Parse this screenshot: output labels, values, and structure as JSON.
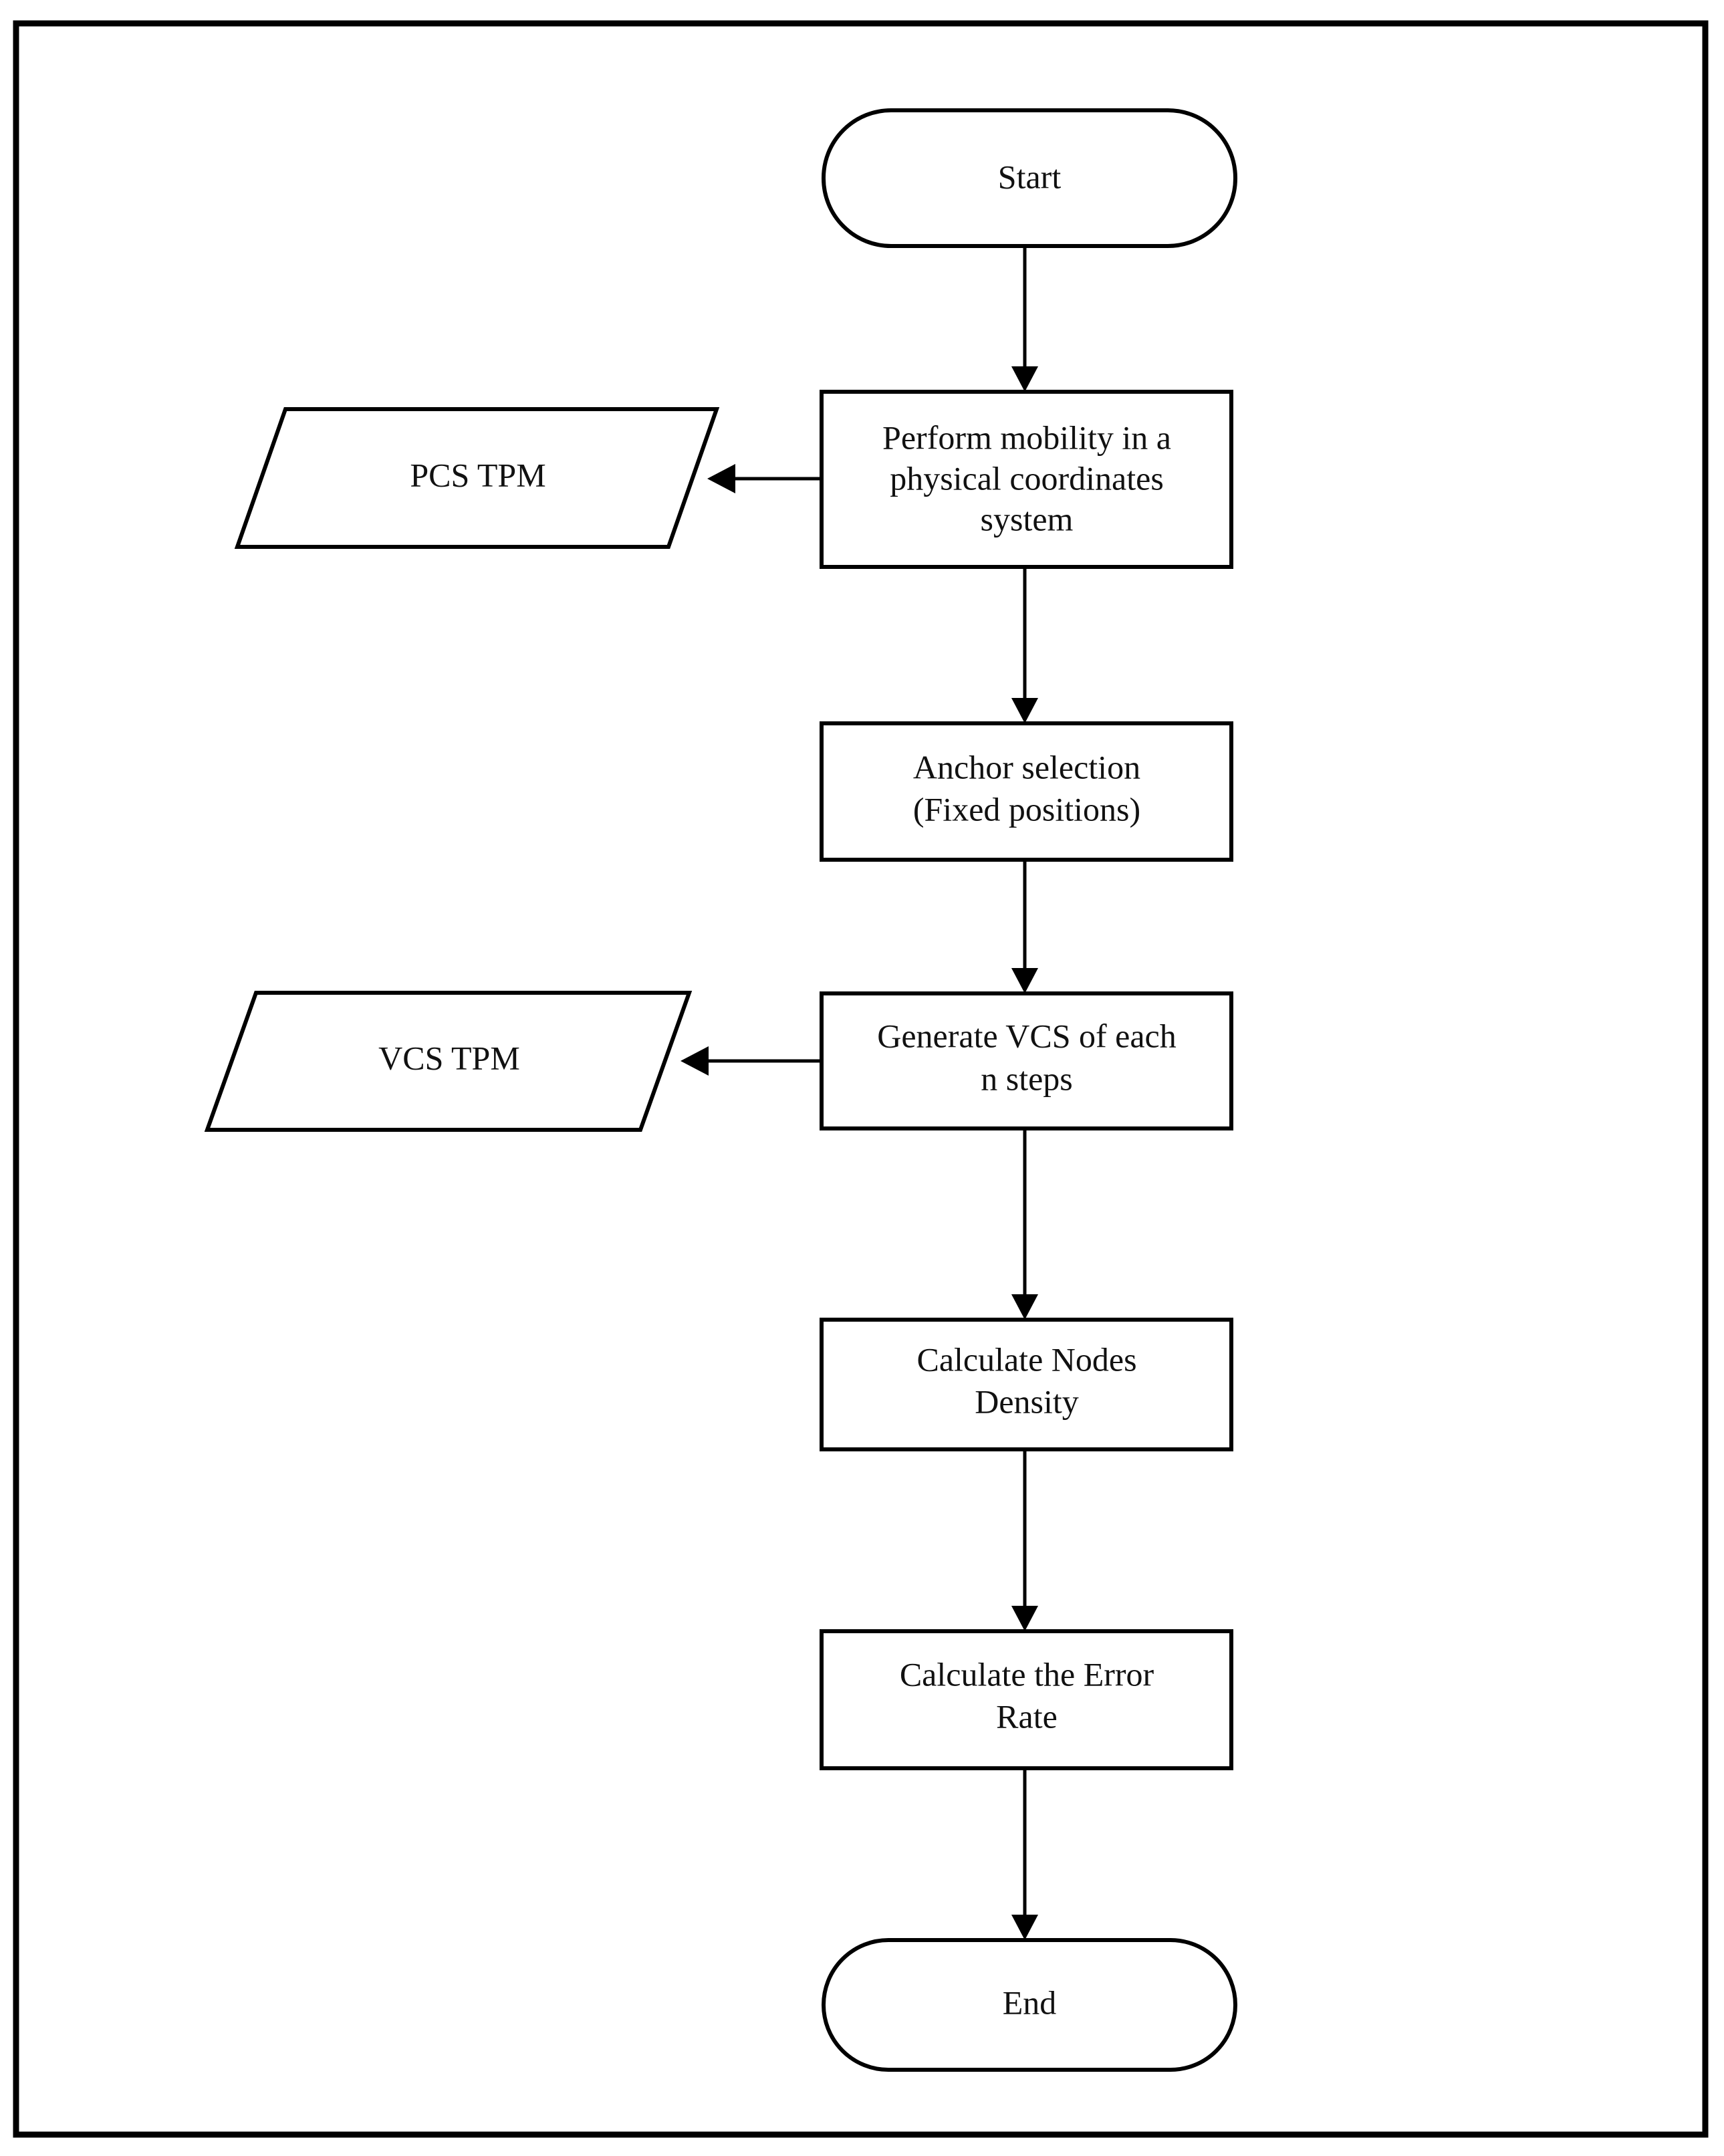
{
  "figure": {
    "type": "flowchart",
    "title": "",
    "orientation": "top-to-bottom",
    "frame": {
      "border_color": "#000000",
      "background": "#ffffff"
    },
    "stroke_color": "#000000",
    "fill_color": "#ffffff"
  },
  "nodes": {
    "start": {
      "label": "Start",
      "shape": "terminator"
    },
    "pcs_tpm": {
      "label": "PCS TPM",
      "shape": "data-parallelogram"
    },
    "perform_mobility": {
      "line1": "Perform mobility in a",
      "line2": "physical coordinates",
      "line3": "system",
      "shape": "process"
    },
    "anchor_selection": {
      "line1": "Anchor selection",
      "line2": "(Fixed positions)",
      "shape": "process"
    },
    "vcs_tpm": {
      "label": "VCS TPM",
      "shape": "data-parallelogram"
    },
    "generate_vcs": {
      "line1": "Generate VCS of each",
      "line2": "n steps",
      "shape": "process"
    },
    "calculate_density": {
      "line1": "Calculate Nodes",
      "line2": "Density",
      "shape": "process"
    },
    "calculate_error": {
      "line1": "Calculate the Error",
      "line2": "Rate",
      "shape": "process"
    },
    "end": {
      "label": "End",
      "shape": "terminator"
    }
  },
  "edges": [
    {
      "from": "start",
      "to": "perform_mobility",
      "direction": "down",
      "arrow": true
    },
    {
      "from": "perform_mobility",
      "to": "pcs_tpm",
      "direction": "left",
      "arrow": true
    },
    {
      "from": "perform_mobility",
      "to": "anchor_selection",
      "direction": "down",
      "arrow": true
    },
    {
      "from": "anchor_selection",
      "to": "generate_vcs",
      "direction": "down",
      "arrow": true
    },
    {
      "from": "generate_vcs",
      "to": "vcs_tpm",
      "direction": "left",
      "arrow": true
    },
    {
      "from": "generate_vcs",
      "to": "calculate_density",
      "direction": "down",
      "arrow": true
    },
    {
      "from": "calculate_density",
      "to": "calculate_error",
      "direction": "down",
      "arrow": true
    },
    {
      "from": "calculate_error",
      "to": "end",
      "direction": "down",
      "arrow": true
    }
  ]
}
